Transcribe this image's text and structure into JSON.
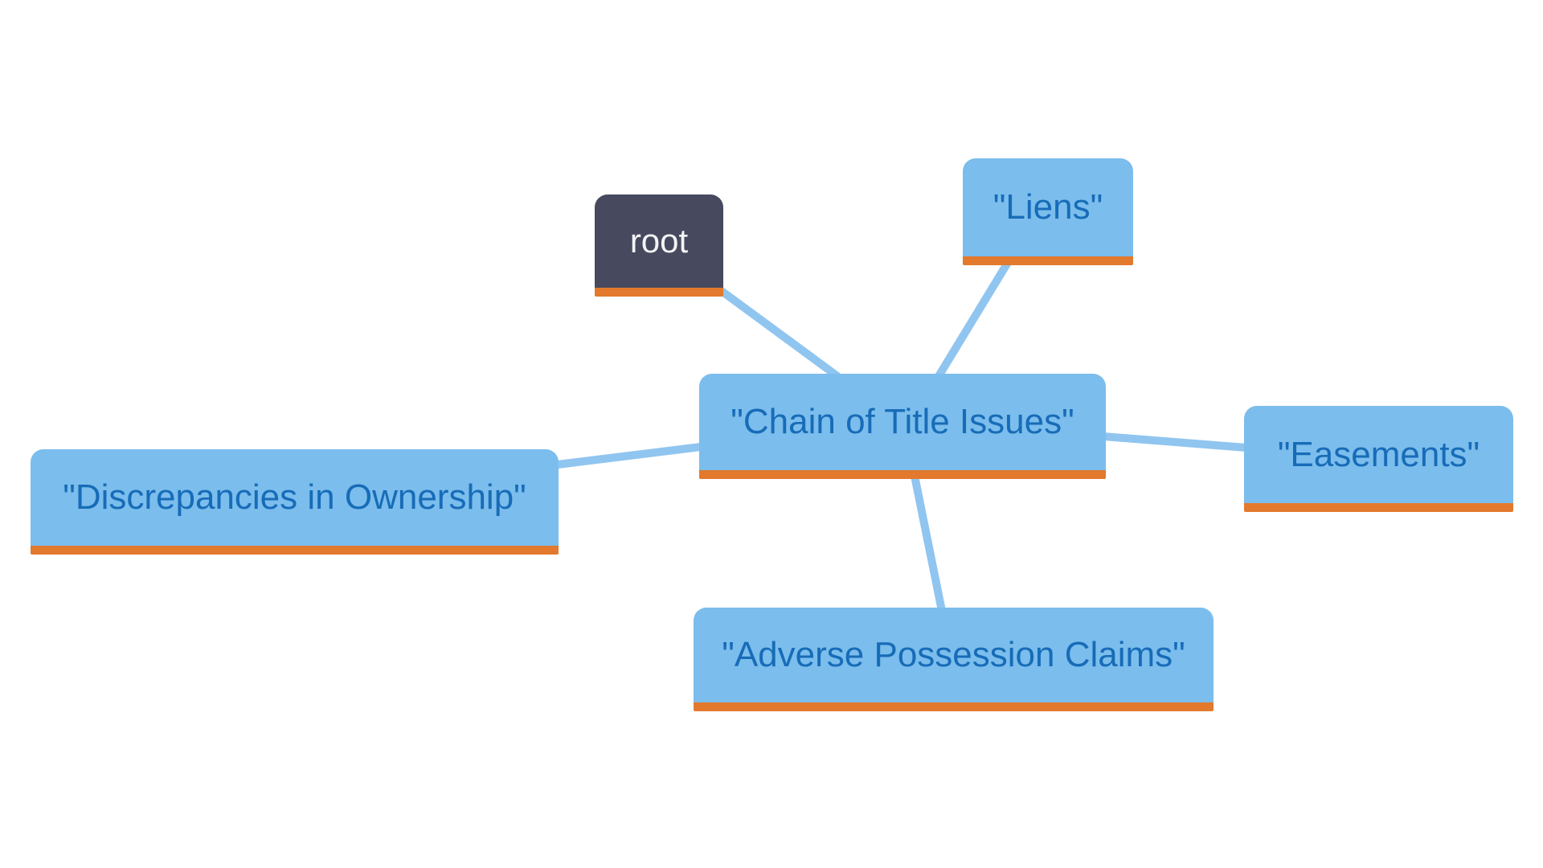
{
  "diagram": {
    "type": "mindmap",
    "title": "Chain of Title Issues mind map"
  },
  "nodes": [
    {
      "id": "root",
      "kind": "root",
      "label": "root"
    },
    {
      "id": "chain-of-title-issues",
      "kind": "branch",
      "label": "\"Chain of Title Issues\""
    },
    {
      "id": "liens",
      "kind": "leaf",
      "label": "\"Liens\""
    },
    {
      "id": "discrepancies-in-ownership",
      "kind": "leaf",
      "label": "\"Discrepancies in Ownership\""
    },
    {
      "id": "easements",
      "kind": "leaf",
      "label": "\"Easements\""
    },
    {
      "id": "adverse-possession-claims",
      "kind": "leaf",
      "label": "\"Adverse Possession Claims\""
    }
  ],
  "edges": [
    {
      "from": "root",
      "to": "chain-of-title-issues"
    },
    {
      "from": "chain-of-title-issues",
      "to": "liens"
    },
    {
      "from": "chain-of-title-issues",
      "to": "discrepancies-in-ownership"
    },
    {
      "from": "chain-of-title-issues",
      "to": "easements"
    },
    {
      "from": "chain-of-title-issues",
      "to": "adverse-possession-claims"
    }
  ],
  "theme": {
    "background": "#ffffff",
    "node_fill": "#7bbdec",
    "node_text": "#176cb8",
    "edge_color": "#90c5f0",
    "underline_color": "#e2792d",
    "root_fill": "#474a5e",
    "root_text": "#f4f4f6"
  }
}
